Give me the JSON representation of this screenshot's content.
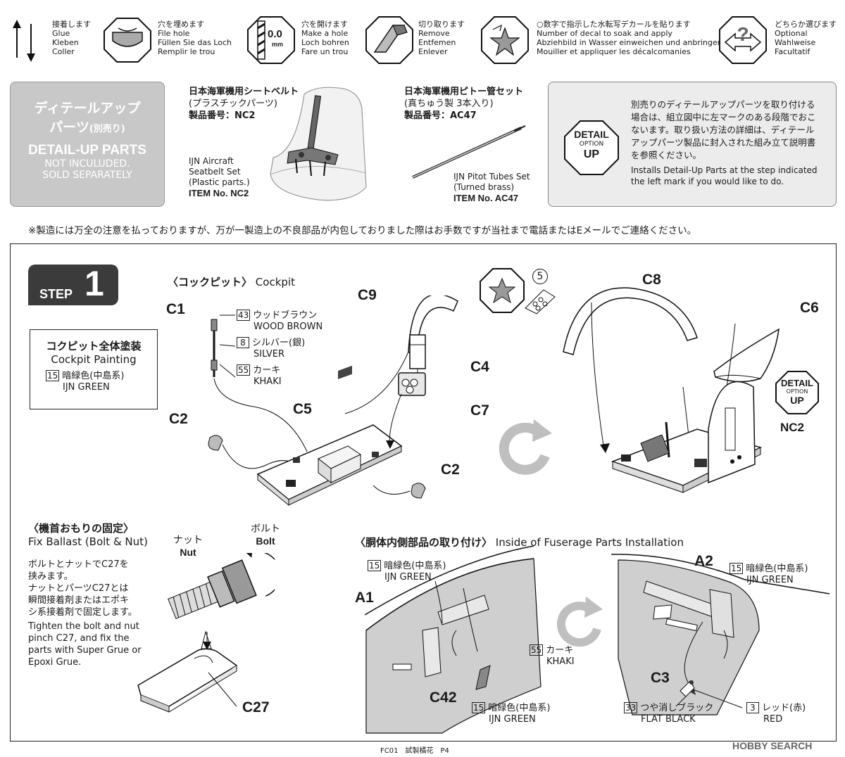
{
  "legend": [
    {
      "id": "glue",
      "jp": "接着します",
      "lines": [
        "Glue",
        "Kleben",
        "Coller"
      ],
      "icon": "glue-arrows-icon"
    },
    {
      "id": "filehole",
      "jp": "穴を埋めます",
      "lines": [
        "File hole",
        "Füllen Sie das Loch",
        "Remplir le trou"
      ],
      "icon": "file-hole-icon"
    },
    {
      "id": "makehole",
      "jp": "穴を開けます",
      "lines": [
        "Make a hole",
        "Loch bohren",
        "Fare un trou"
      ],
      "icon": "drill-icon",
      "drill_label": "0.0",
      "drill_unit": "mm"
    },
    {
      "id": "remove",
      "jp": "切り取ります",
      "lines": [
        "Remove",
        "Entfemen",
        "Enlever"
      ],
      "icon": "cut-icon"
    },
    {
      "id": "decal",
      "jp": "○数字で指示した水転写デカールを貼ります",
      "lines": [
        "Number of decal to soak and apply",
        "Abziehbild in Wasser einweichen und anbringen",
        "Mouiller et appliquer les décalcomanies"
      ],
      "icon": "decal-star-icon"
    },
    {
      "id": "optional",
      "jp": "どちらか選びます",
      "lines": [
        "Optional",
        "Wahlweise",
        "Facultatif"
      ],
      "icon": "optional-question-icon"
    }
  ],
  "detail_up": {
    "jp_title_1": "ディテールアップ",
    "jp_title_2": "パーツ",
    "jp_title_sub": "(別売り)",
    "en_title": "DETAIL-UP PARTS",
    "en_sub_1": "NOT INCULUDED.",
    "en_sub_2": "SOLD SEPARATELY"
  },
  "seatbelt": {
    "jp_name": "日本海軍機用シートベルト",
    "jp_type": "(プラスチックパーツ)",
    "jp_item": "製品番号：NC2",
    "en_1": "IJN Aircraft",
    "en_2": "Seatbelt Set",
    "en_3": "(Plastic parts.)",
    "en_item": "ITEM No. NC2"
  },
  "pitot": {
    "jp_name": "日本海軍機用ピトー管セット",
    "jp_type": "(真ちゅう製 3本入り)",
    "jp_item": "製品番号：AC47",
    "en_1": "IJN Pitot Tubes Set",
    "en_2": "(Turned brass)",
    "en_item": "ITEM No. AC47"
  },
  "detail_note": {
    "badge_top": "DETAIL",
    "badge_mid": "OPTION",
    "badge_bot": "UP",
    "jp_lines": [
      "別売りのディテールアップパーツを取り付ける",
      "場合は、組立図中に左マークのある段階でおこ",
      "ないます。取り扱い方法の詳細は、ディテール",
      "アップパーツ製品に封入された組み立て説明書",
      "を参照ください。"
    ],
    "en_lines": [
      "Installs Detail-Up Parts at the step indicated",
      "the left mark if you would like to do."
    ]
  },
  "notice": "※製造には万全の注意を払っておりますが、万が一製造上の不良部品が内包しておりました際はお手数ですが当社まで電話またはEメールでご連絡ください。",
  "step": {
    "word": "STEP",
    "number": "1"
  },
  "cockpit_painting": {
    "jp": "コクピット全体塗装",
    "en": "Cockpit Painting",
    "color_num": "15",
    "color_jp": "暗緑色(中島系)",
    "color_en": "IJN GREEN"
  },
  "cockpit_section": {
    "jp": "〈コックピット〉",
    "en": "Cockpit"
  },
  "c1_colors": [
    {
      "num": "43",
      "jp": "ウッドブラウン",
      "en": "WOOD BROWN"
    },
    {
      "num": "8",
      "jp": "シルバー(銀)",
      "en": "SILVER"
    },
    {
      "num": "55",
      "jp": "カーキ",
      "en": "KHAKI"
    }
  ],
  "parts": {
    "c1": "C1",
    "c2a": "C2",
    "c2b": "C2",
    "c5": "C5",
    "c9": "C9",
    "c4": "C4",
    "c7": "C7",
    "c8": "C8",
    "c6": "C6",
    "nc2": "NC2",
    "a1": "A1",
    "a2": "A2",
    "c42": "C42",
    "c3": "C3",
    "c27": "C27"
  },
  "decal_number": "5",
  "detail_badge2": {
    "top": "DETAIL",
    "mid": "OPTION",
    "bot": "UP"
  },
  "ballast": {
    "jp_title": "〈機首おもりの固定〉",
    "en_title": "Fix Ballast (Bolt & Nut)",
    "jp_lines": [
      "ボルトとナットでC27を",
      "挟みます。",
      "ナットとパーツC27とは",
      "瞬間接着剤またはエポキ",
      "シ系接着剤で固定します。"
    ],
    "en_lines": [
      "Tighten the bolt and nut",
      "pinch C27, and fix the",
      "parts with Super Grue or",
      "Epoxi Grue."
    ],
    "nut_jp": "ナット",
    "nut_en": "Nut",
    "bolt_jp": "ボルト",
    "bolt_en": "Bolt"
  },
  "fuselage": {
    "jp_title": "〈胴体内側部品の取り付け〉",
    "en_title": "Inside of Fuserage Parts Installation",
    "a1_color": {
      "num": "15",
      "jp": "暗緑色(中島系)",
      "en": "IJN GREEN"
    },
    "a2_color": {
      "num": "15",
      "jp": "暗緑色(中島系)",
      "en": "IJN GREEN"
    },
    "khaki": {
      "num": "55",
      "jp": "カーキ",
      "en": "KHAKI"
    },
    "c42_color": {
      "num": "15",
      "jp": "暗緑色(中島系)",
      "en": "IJN GREEN"
    },
    "black": {
      "num": "33",
      "jp": "つや消しブラック",
      "en": "FLAT BLACK"
    },
    "red": {
      "num": "3",
      "jp": "レッド(赤)",
      "en": "RED"
    }
  },
  "footer": {
    "page": "FC01　試製橘花　P4",
    "watermark": "HOBBY SEARCH"
  },
  "colors": {
    "grey_box": "#c8c8c8",
    "light_box": "#ececec",
    "fuselage_grey": "#cfcfcf",
    "ink": "#1a1a1a"
  }
}
